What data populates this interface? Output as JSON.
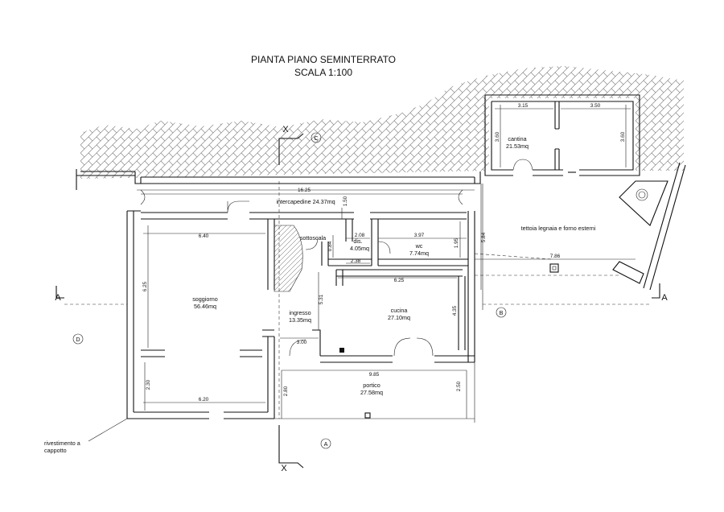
{
  "title": {
    "line1": "PIANTA PIANO SEMINTERRATO",
    "line2": "SCALA 1:100"
  },
  "rooms": {
    "intercapedine": "intercapedine 24.37mq",
    "soggiorno": {
      "name": "soggiorno",
      "area": "56.46mq"
    },
    "ingresso": {
      "name": "ingresso",
      "area": "13.35mq"
    },
    "sottoscala": "sottoscala",
    "dis": {
      "name": "dis.",
      "area": "4.05mq"
    },
    "wc": {
      "name": "wc",
      "area": "7.74mq"
    },
    "cucina": {
      "name": "cucina",
      "area": "27.10mq"
    },
    "portico": {
      "name": "portico",
      "area": "27.58mq"
    },
    "cantina": {
      "name": "cantina",
      "area": "21.53mq"
    },
    "tettoia": "tettoia legnaia e forno esterni"
  },
  "dimensions": {
    "d_16_25": "16.25",
    "d_1_50": "1.50",
    "d_6_40": "6.40",
    "d_6_25_v": "6.25",
    "d_0_84": "0.84",
    "d_2_08": "2.08",
    "d_3_97": "3.97",
    "d_1_95": "1.95",
    "d_2_38": "2.38",
    "d_6_25_h": "6.25",
    "d_5_31": "5.31",
    "d_4_35": "4.35",
    "d_3_00": "3.00",
    "d_2_30": "2.30",
    "d_6_20": "6.20",
    "d_9_85": "9.85",
    "d_2_80": "2.80",
    "d_2_50": "2.50",
    "d_3_15": "3.15",
    "d_3_50": "3.50",
    "d_3_60_l": "3.60",
    "d_3_60_r": "3.60",
    "d_5_84": "5.84",
    "d_7_86": "7.86"
  },
  "markers": {
    "A": "A",
    "B": "B",
    "C": "C",
    "D": "D",
    "section_A_left": "A",
    "section_A_right": "A",
    "section_X_top": "X",
    "section_X_bottom": "X"
  },
  "notes": {
    "rivestimento_1": "rivestimento a",
    "rivestimento_2": "cappotto"
  }
}
